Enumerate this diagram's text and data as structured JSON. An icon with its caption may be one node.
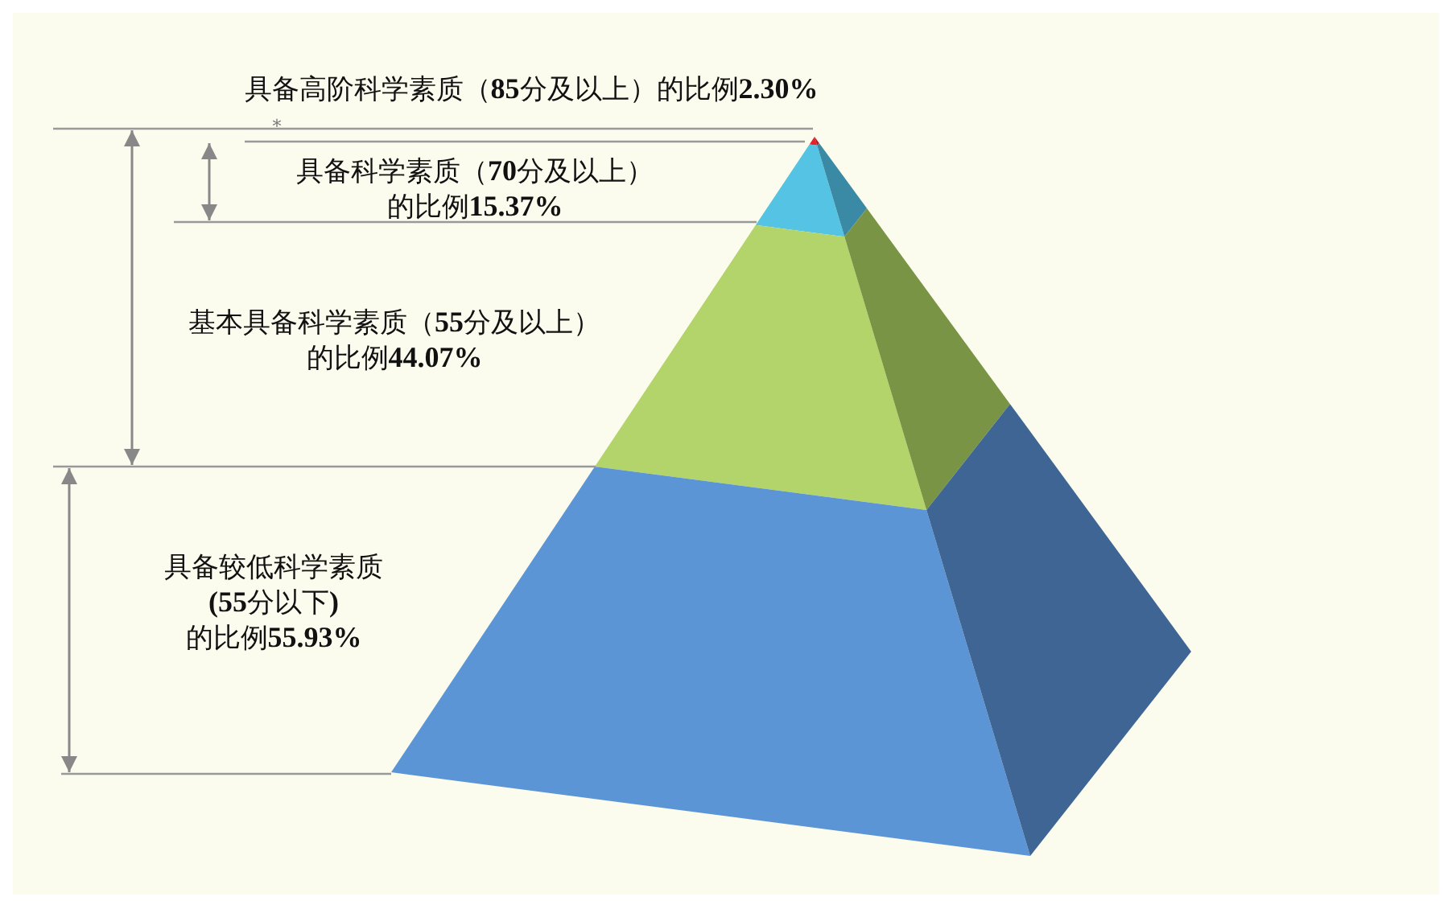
{
  "diagram": {
    "labels": [
      "具备高阶科学素质（**85**分及以上）的比例**2.30%**",
      "*",
      "具备科学素质（**70**分及以上）的比例**15.37%**",
      "基本具备科学素质（**55**分及以上）的比例**44.07%**",
      "具备较低科学素质**(55**分以下**)**的比例**55.93%**"
    ]
  }
}
